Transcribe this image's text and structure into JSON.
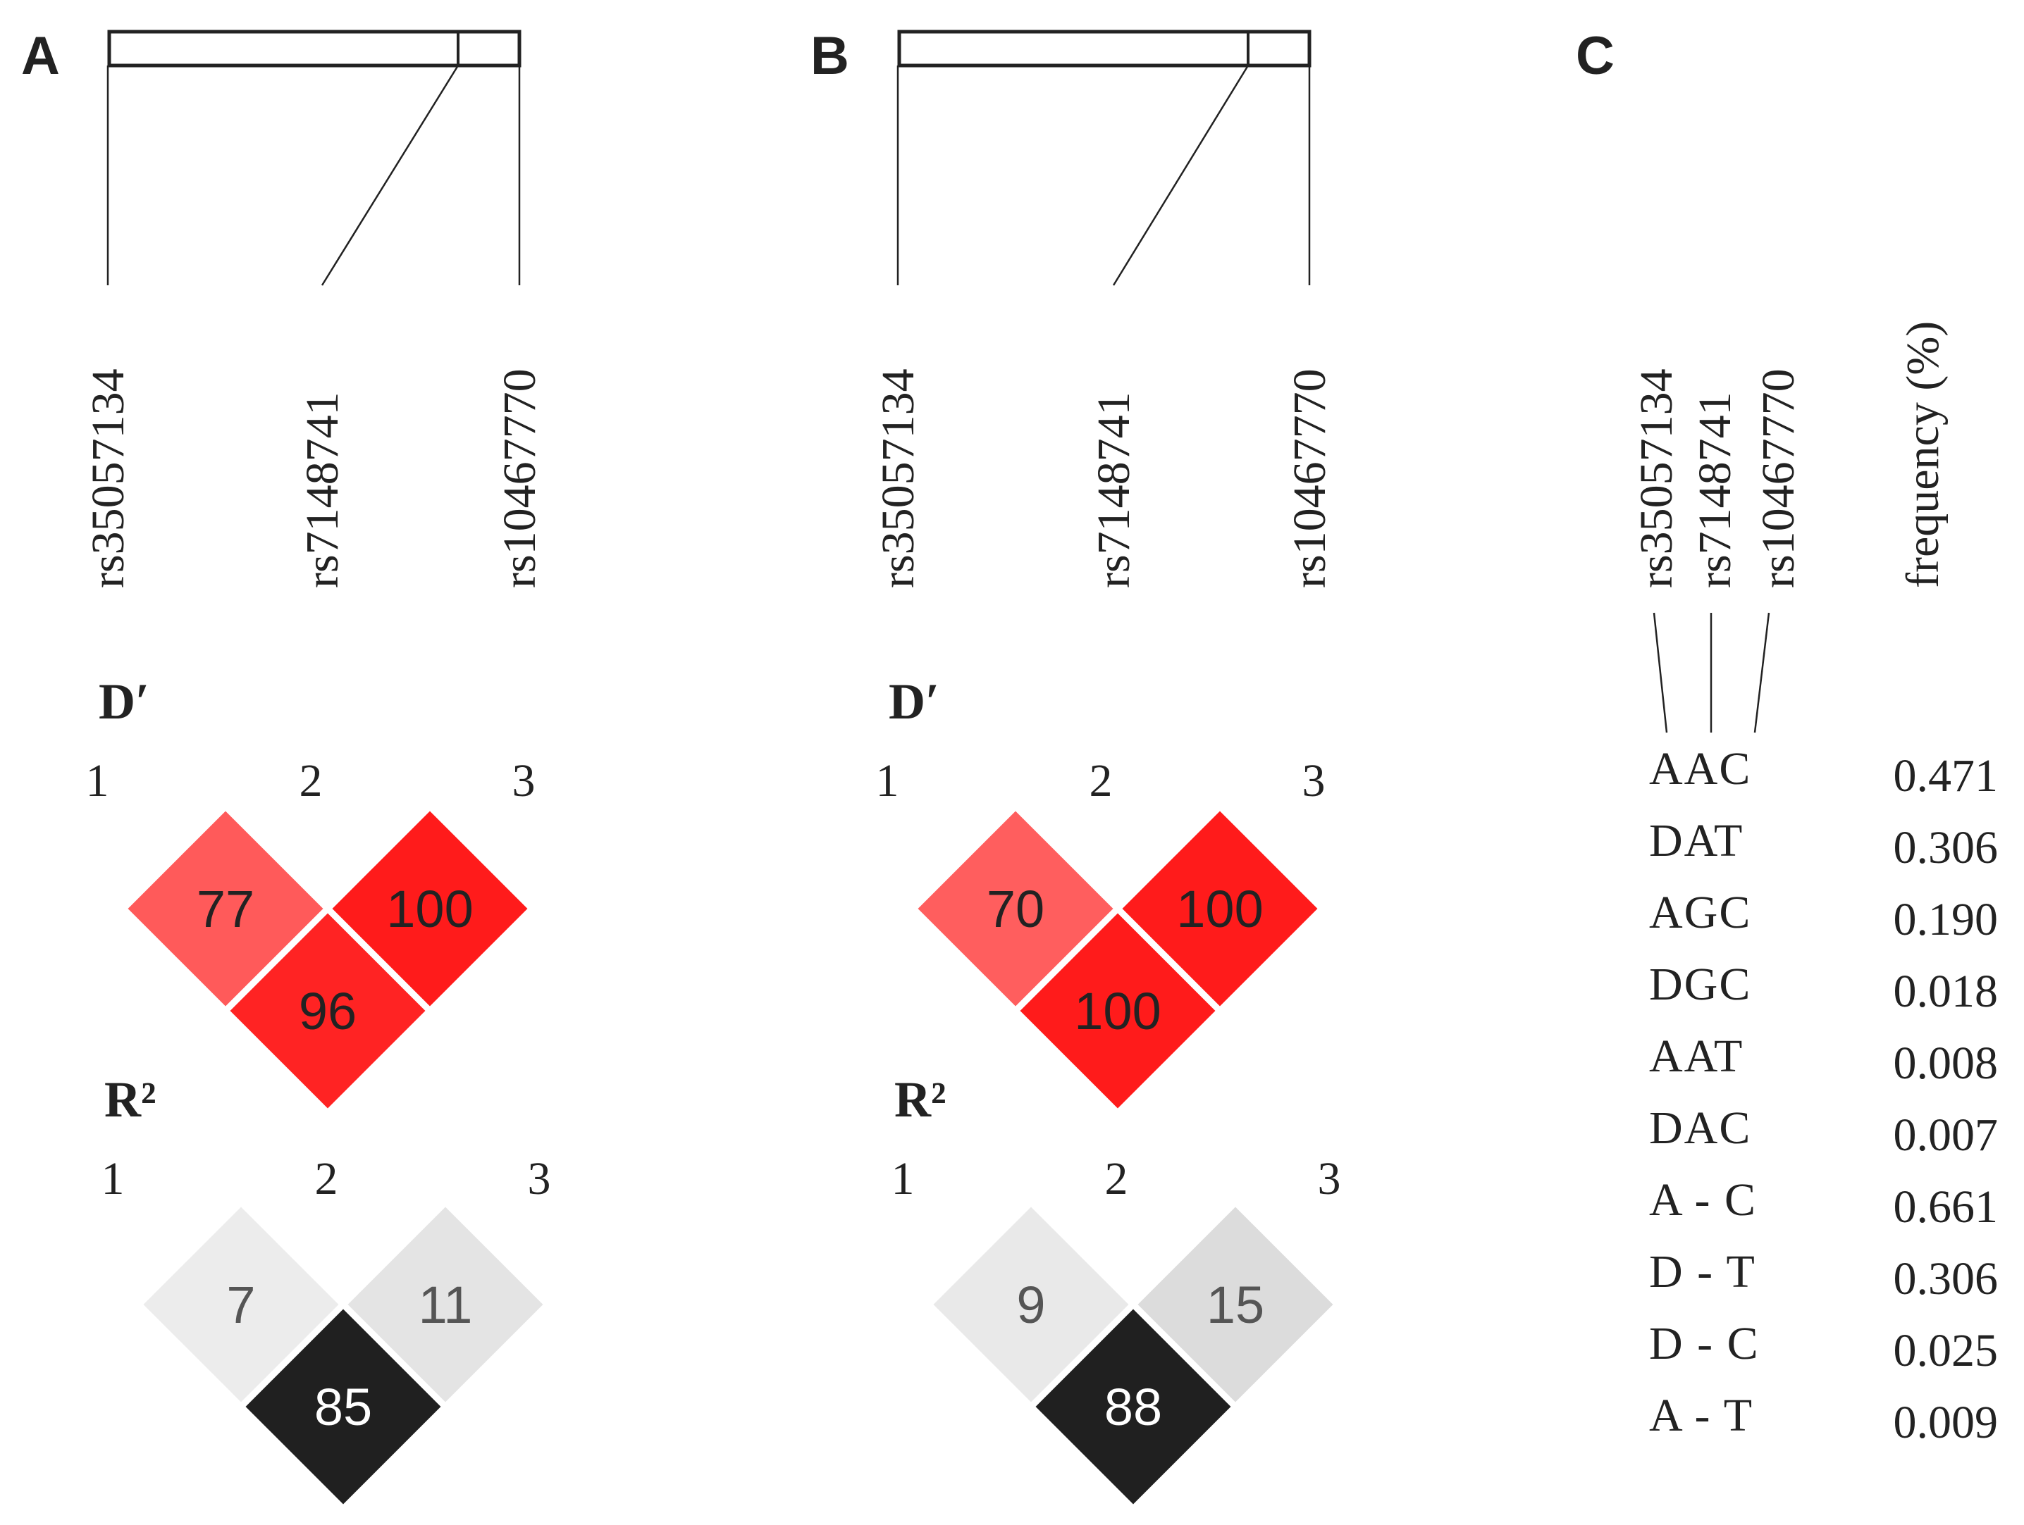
{
  "panels": [
    {
      "label": "A",
      "snps": [
        "rs35057134",
        "rs7148741",
        "rs10467770"
      ],
      "dprime": {
        "title": "D′",
        "indices": [
          "1",
          "2",
          "3"
        ],
        "cells": [
          {
            "pair": "1-2",
            "value": "77",
            "color": "#ff5a5a"
          },
          {
            "pair": "2-3",
            "value": "100",
            "color": "#ff1b1b"
          },
          {
            "pair": "1-3",
            "value": "96",
            "color": "#ff2323"
          }
        ]
      },
      "r2": {
        "title": "R²",
        "indices": [
          "1",
          "2",
          "3"
        ],
        "cells": [
          {
            "pair": "1-2",
            "value": "7",
            "color": "#ececec",
            "text_color": "#555555"
          },
          {
            "pair": "2-3",
            "value": "11",
            "color": "#e4e4e4",
            "text_color": "#555555"
          },
          {
            "pair": "1-3",
            "value": "85",
            "color": "#202020",
            "text_color": "#ffffff"
          }
        ]
      }
    },
    {
      "label": "B",
      "snps": [
        "rs35057134",
        "rs7148741",
        "rs10467770"
      ],
      "dprime": {
        "title": "D′",
        "indices": [
          "1",
          "2",
          "3"
        ],
        "cells": [
          {
            "pair": "1-2",
            "value": "70",
            "color": "#ff5e5e"
          },
          {
            "pair": "2-3",
            "value": "100",
            "color": "#ff1b1b"
          },
          {
            "pair": "1-3",
            "value": "100",
            "color": "#ff1b1b"
          }
        ]
      },
      "r2": {
        "title": "R²",
        "indices": [
          "1",
          "2",
          "3"
        ],
        "cells": [
          {
            "pair": "1-2",
            "value": "9",
            "color": "#e9e9e9",
            "text_color": "#555555"
          },
          {
            "pair": "2-3",
            "value": "15",
            "color": "#dcdcdc",
            "text_color": "#555555"
          },
          {
            "pair": "1-3",
            "value": "88",
            "color": "#202020",
            "text_color": "#ffffff"
          }
        ]
      }
    }
  ],
  "panel_c": {
    "label": "C",
    "snps": [
      "rs35057134",
      "rs7148741",
      "rs10467770"
    ],
    "frequency_header": "frequency (%)",
    "haplotypes": [
      {
        "haplotype": "AAC",
        "frequency": "0.471"
      },
      {
        "haplotype": "DAT",
        "frequency": "0.306"
      },
      {
        "haplotype": "AGC",
        "frequency": "0.190"
      },
      {
        "haplotype": "DGC",
        "frequency": "0.018"
      },
      {
        "haplotype": "AAT",
        "frequency": "0.008"
      },
      {
        "haplotype": "DAC",
        "frequency": "0.007"
      },
      {
        "haplotype": "A - C",
        "frequency": "0.661"
      },
      {
        "haplotype": "D - T",
        "frequency": "0.306"
      },
      {
        "haplotype": "D - C",
        "frequency": "0.025"
      },
      {
        "haplotype": "A - T",
        "frequency": "0.009"
      }
    ]
  }
}
